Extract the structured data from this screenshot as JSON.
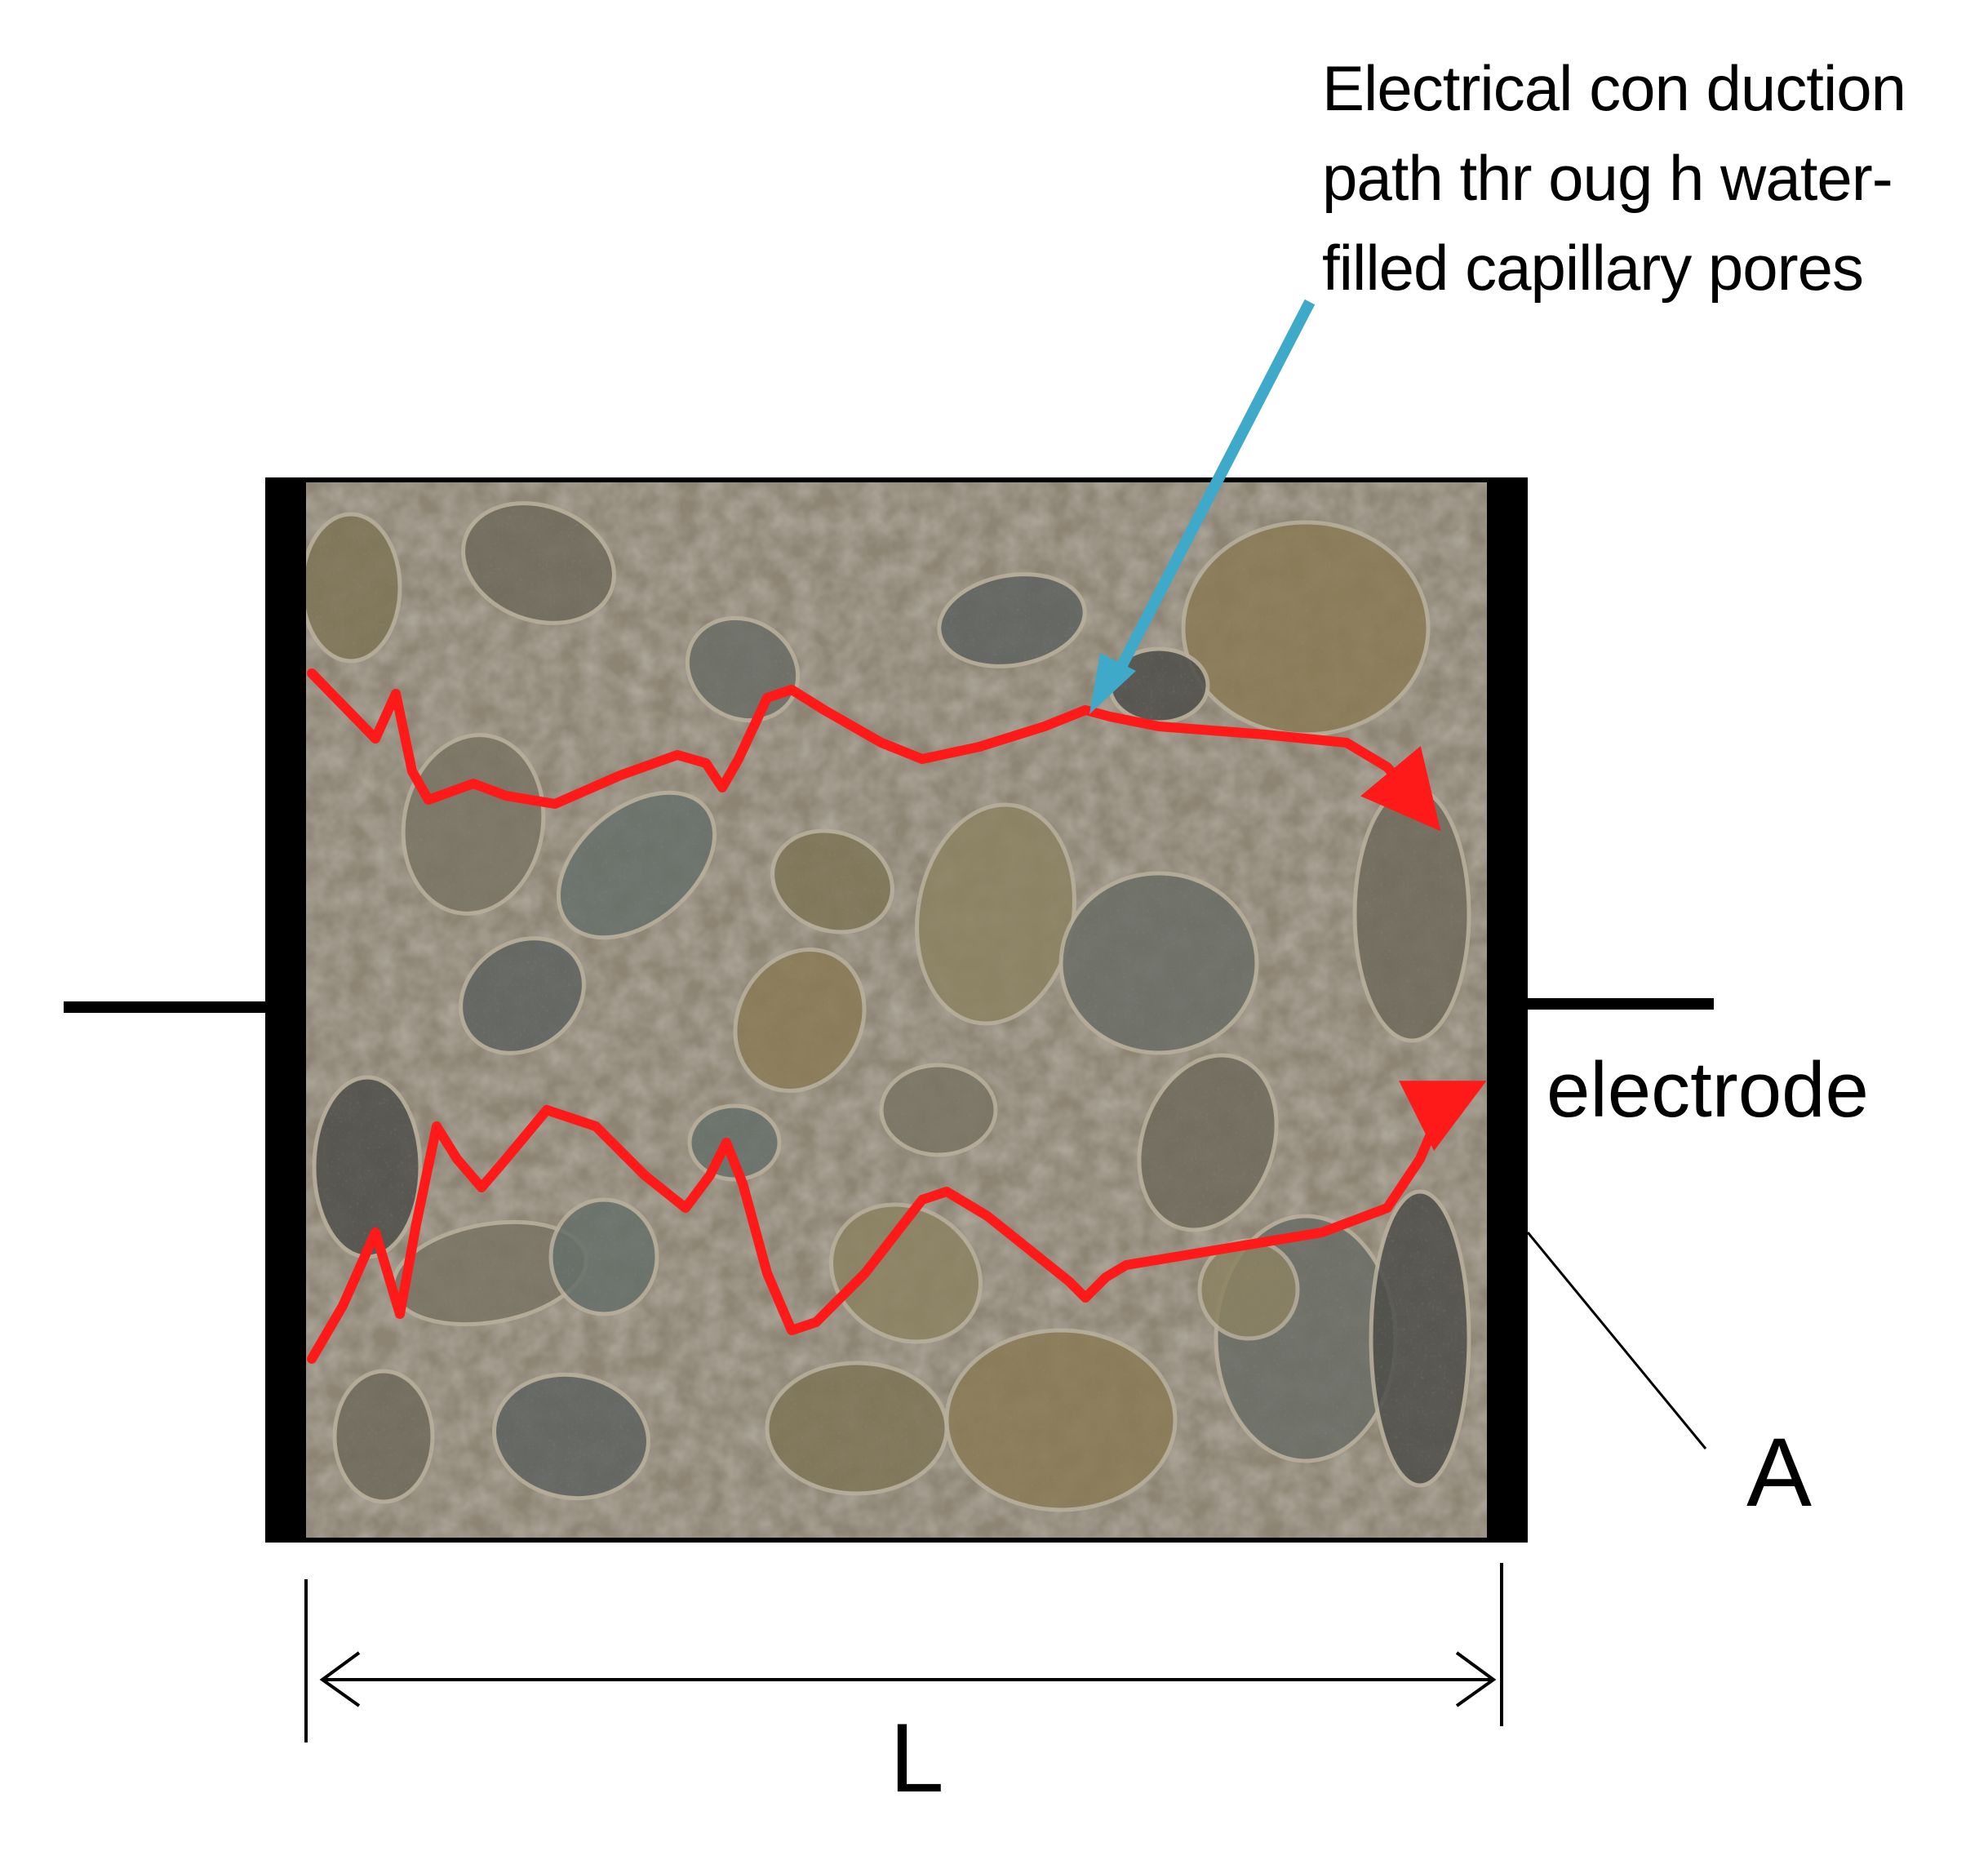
{
  "callout": {
    "lines": [
      "Electrical con duction",
      "path thr oug h water-",
      "filled capillary pores"
    ]
  },
  "labels": {
    "electrode": "electrode",
    "area": "A",
    "length": "L"
  },
  "colors": {
    "conduction_path": "#ff1a1a",
    "callout_arrow": "#3fa9c9",
    "electrode_plate": "#000000",
    "concrete_matrix": "#8a8170"
  }
}
